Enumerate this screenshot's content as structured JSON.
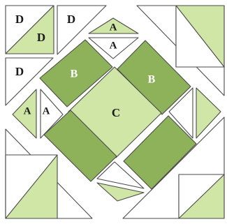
{
  "colors": {
    "light_green": "#cfe6a6",
    "dark_green": "#8db25a",
    "outline": "#4a4a4a",
    "white": "#ffffff"
  },
  "labels": {
    "d_top_left_outer": "D",
    "d_top_left_inner": "D",
    "d_top_middle": "D",
    "d_mid_left": "D",
    "a_top_upper": "A",
    "a_top_lower": "A",
    "a_left_1": "A",
    "a_left_2": "A",
    "b_left": "B",
    "b_right": "B",
    "c_center": "C"
  }
}
